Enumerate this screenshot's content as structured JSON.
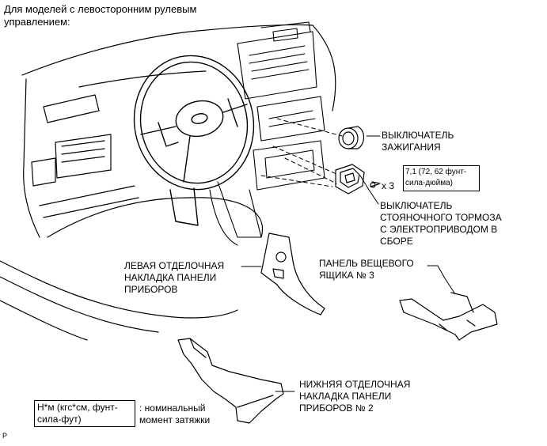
{
  "header": "Для моделей с левосторонним рулевым\nуправлением:",
  "labels": {
    "ignition_switch": "ВЫКЛЮЧАТЕЛЬ\nЗАЖИГАНИЯ",
    "parking_brake_switch": "ВЫКЛЮЧАТЕЛЬ\nСТОЯНОЧНОГО ТОРМОЗА\nС ЭЛЕКТРОПРИВОДОМ В\nСБОРЕ",
    "left_trim_panel": "ЛЕВАЯ ОТДЕЛОЧНАЯ\nНАКЛАДКА ПАНЕЛИ\nПРИБОРОВ",
    "glovebox_panel": "ПАНЕЛЬ ВЕЩЕВОГО\nЯЩИКА № 3",
    "lower_trim_panel": "НИЖНЯЯ ОТДЕЛОЧНАЯ\nНАКЛАДКА ПАНЕЛИ\nПРИБОРОВ № 2"
  },
  "torque_spec": {
    "value": "7,1 (72, 62 фунт-\nсила-дюйма)",
    "multiplier": "x 3"
  },
  "legend": {
    "unit_box": "Н*м (кгс*см, фунт-\nсила-фут)",
    "description": ": номинальный\nмомент затяжки"
  },
  "footer_mark": "P"
}
